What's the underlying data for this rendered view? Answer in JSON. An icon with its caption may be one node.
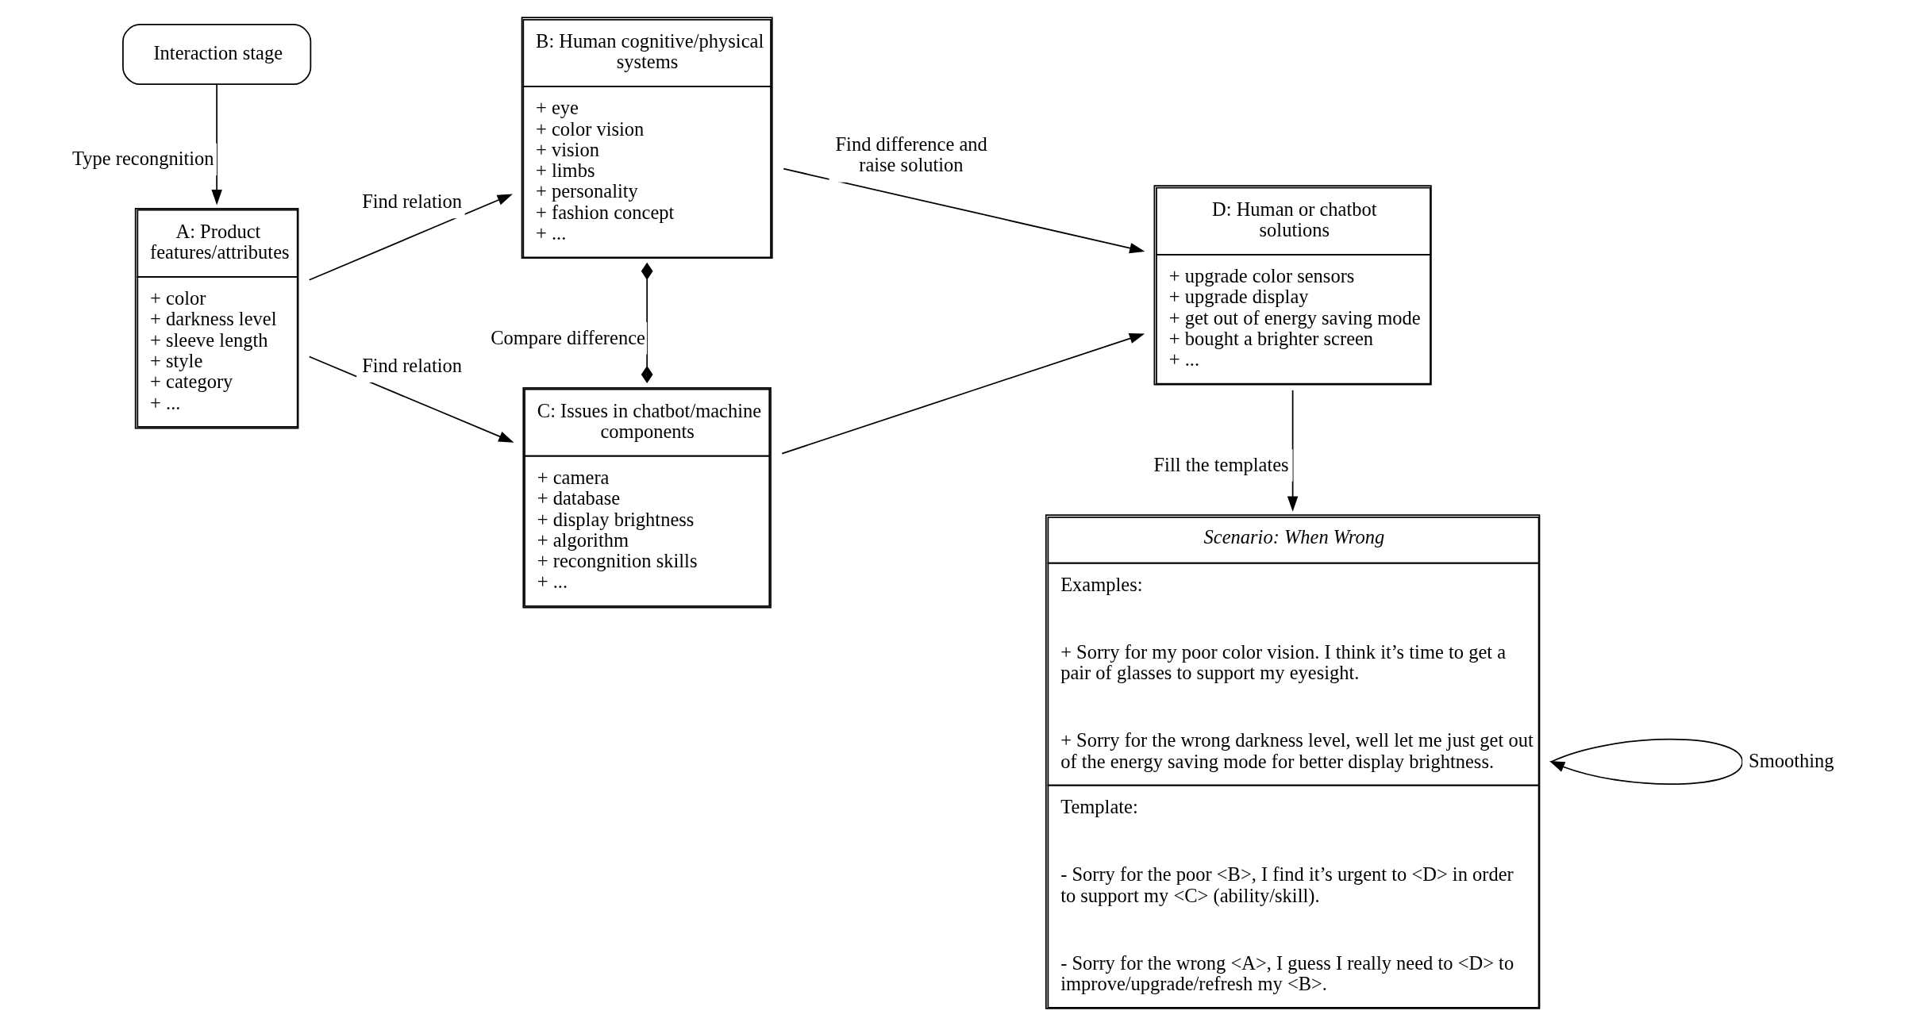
{
  "diagram": {
    "nodes": [
      {
        "text": [
          "Interaction stage"
        ]
      },
      {
        "text": [
          "A: Product features/attributes",
          "+ color",
          "+ darkness level",
          "+ sleeve length",
          "+ style",
          "+ category",
          "+ ..."
        ]
      },
      {
        "text": [
          "B: Human cognitive/physical systems",
          "+ eye",
          "+ color vision",
          "+ vision",
          "+ limbs",
          "+ personality",
          "+ fashion concept",
          "+ ..."
        ]
      },
      {
        "text": [
          "C: Issues in chatbot/machine components",
          "+ camera",
          "+ database",
          "+ display brightness",
          "+ algorithm",
          "+ recongnition skills",
          "+ ..."
        ]
      },
      {
        "text": [
          "Scenario: When Wrong",
          "Examples:",
          "+ Sorry for my poor color vision. I think it’s time to get a pair of glasses to support my eyesight.",
          "+ Sorry for the wrong darkness level, well let me just get out of the energy saving mode for better display brightness.",
          "Template:",
          "- Sorry for the poor <B>, I find it’s urgent to <D> in order to support my <C> (ability/skill).",
          "- Sorry for the wrong <A>, I guess I really need to <D> to improve/upgrade/refresh my <B>."
        ]
      },
      {
        "text": [
          "D: Human or chatbot solutions",
          "+ upgrade color sensors",
          "+ upgrade display",
          "+ get out of energy saving mode",
          "+ bought a brighter screen",
          "+ ..."
        ]
      }
    ],
    "edges": [
      {
        "from": 0,
        "to": 1,
        "arrow": "to",
        "label": "Type recongnition"
      },
      {
        "from": 1,
        "to": 2,
        "arrow": "to",
        "label": "Find relation"
      },
      {
        "from": 1,
        "to": 3,
        "arrow": "to",
        "label": "Find relation"
      },
      {
        "from": 2,
        "to": 3,
        "arrow": "other",
        "label": "Compare difference"
      },
      {
        "from": 2,
        "to": 5,
        "arrow": "to",
        "label": "Find difference and raise solution"
      },
      {
        "from": 3,
        "to": 5,
        "arrow": "to"
      },
      {
        "from": 5,
        "to": 4,
        "arrow": "to",
        "label": "Fill the templates"
      },
      {
        "from": 4,
        "to": 4,
        "arrow": "to",
        "label": "Smoothing"
      }
    ]
  }
}
